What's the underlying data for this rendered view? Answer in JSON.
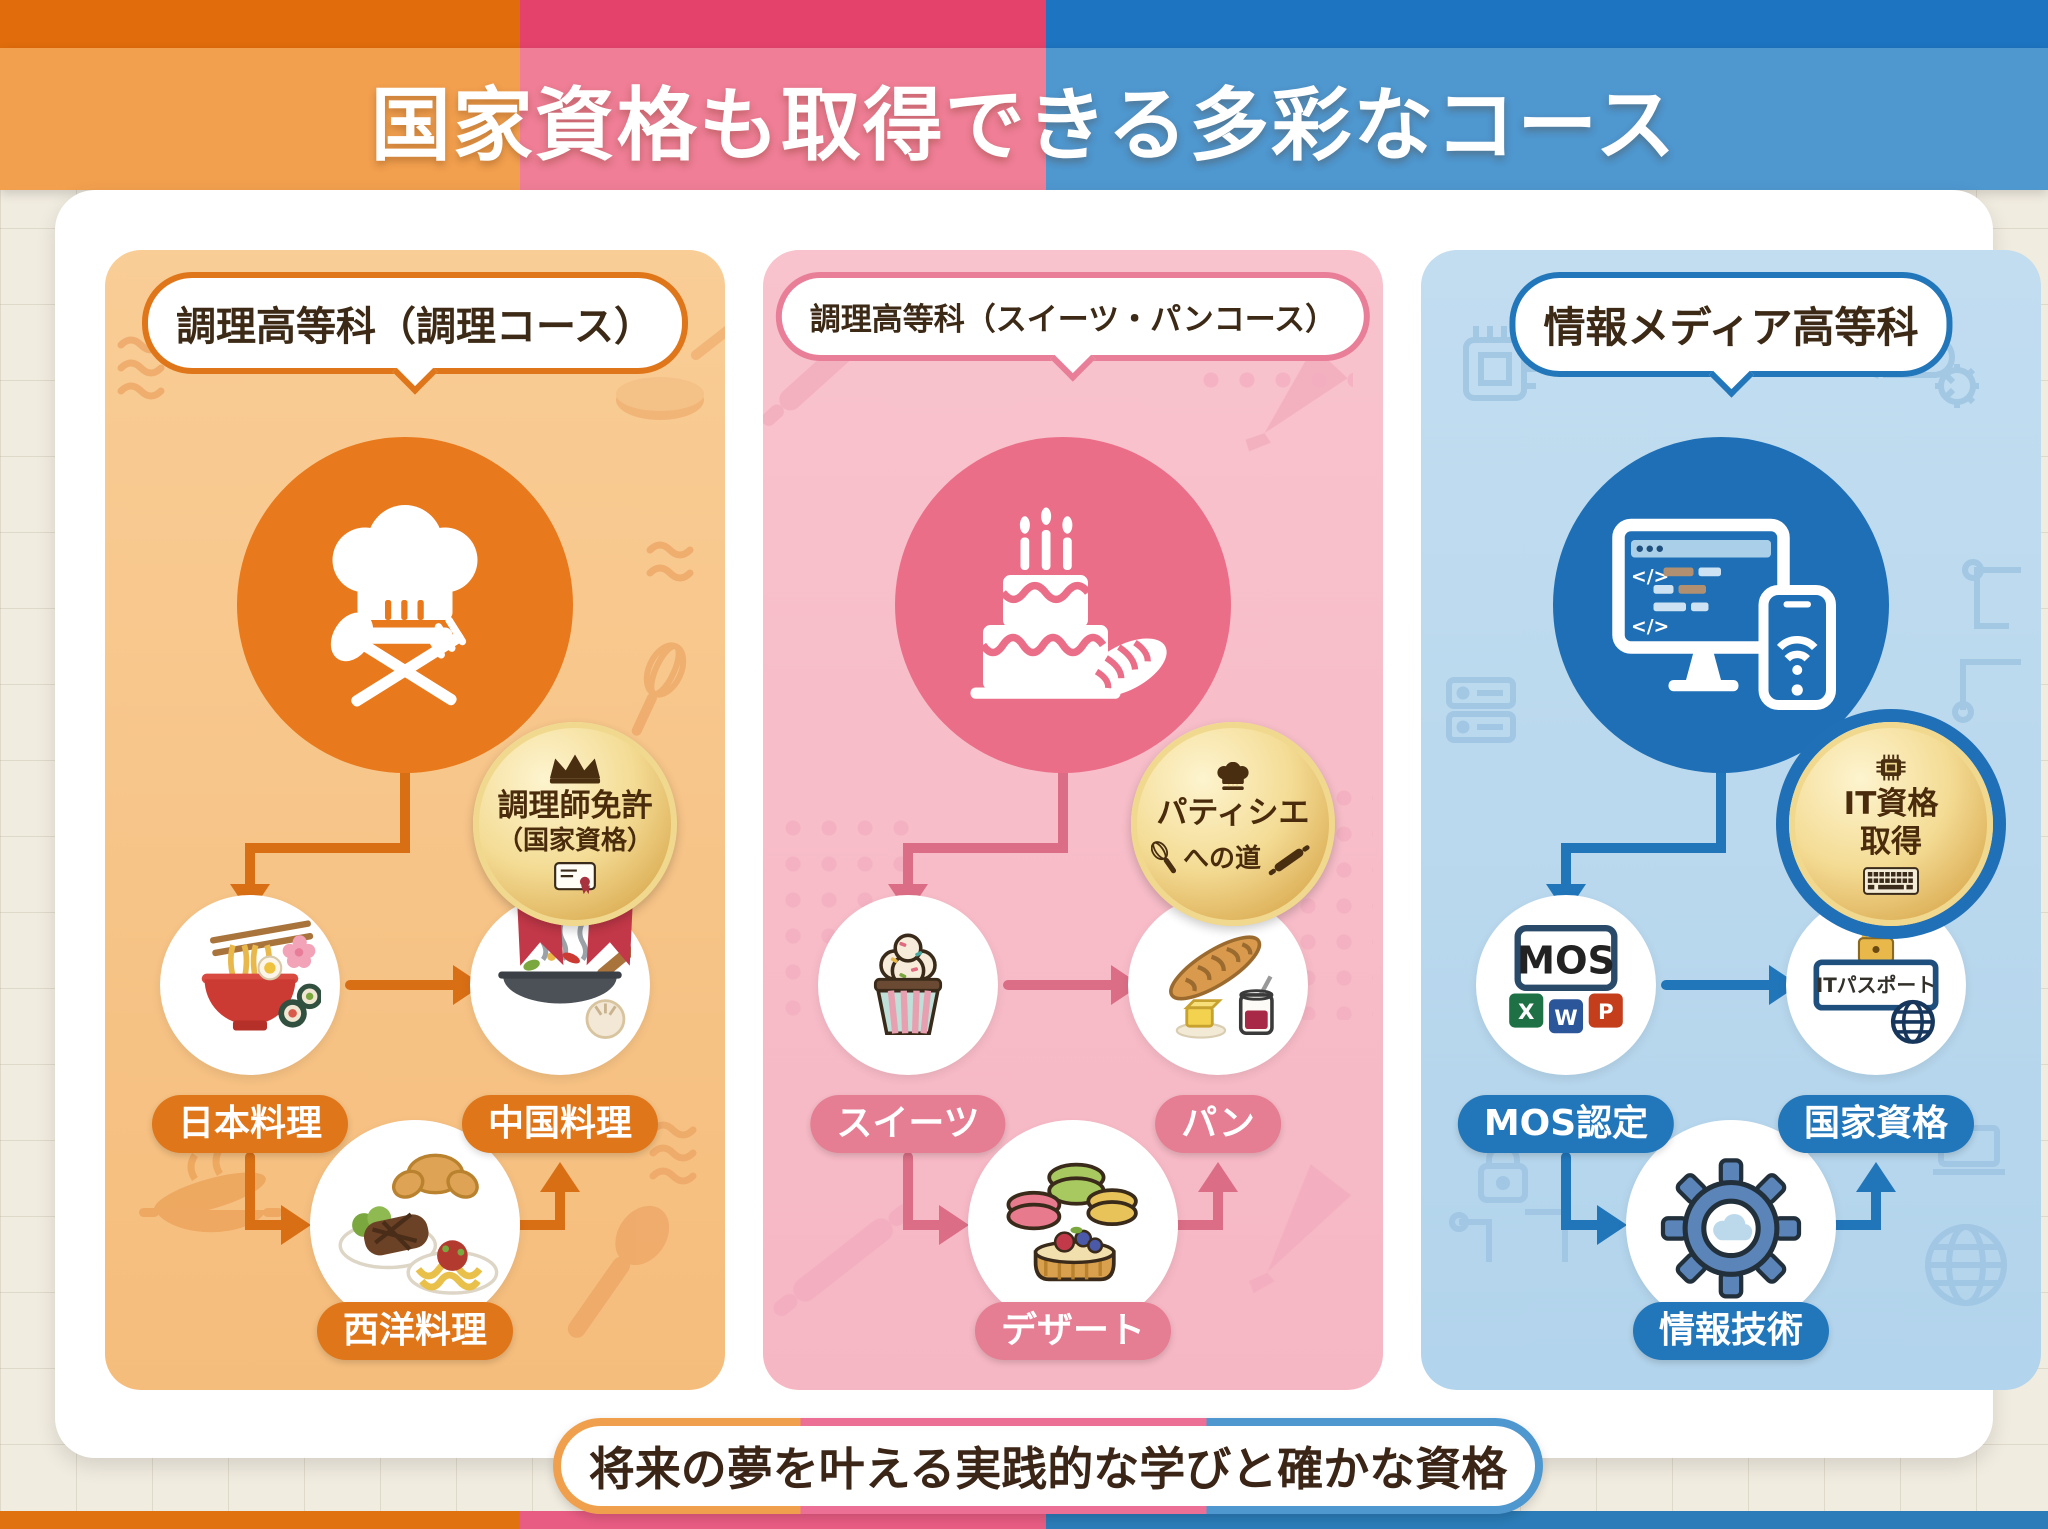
{
  "title": "国家資格も取得できる多彩なコース",
  "footer_banner": "将来の夢を叶える実践的な学びと確かな資格",
  "columns": [
    {
      "title": "調理高等科（調理コース）",
      "badge": {
        "line1": "調理師免許",
        "line2": "（国家資格）"
      },
      "nodes": {
        "left": "日本料理",
        "right": "中国料理",
        "bottom": "西洋料理"
      }
    },
    {
      "title": "調理高等科（スイーツ・パンコース）",
      "badge": {
        "line1": "パティシエ",
        "line2": "への道"
      },
      "nodes": {
        "left": "スイーツ",
        "right": "パン",
        "bottom": "デザート"
      }
    },
    {
      "title": "情報メディア高等科",
      "badge": {
        "line1": "IT資格",
        "line2": "取得"
      },
      "nodes": {
        "left": "MOS認定",
        "right": "国家資格",
        "bottom": "情報技術"
      }
    }
  ],
  "icon_labels": {
    "mos": "MOS",
    "excel_initial": "X",
    "word_initial": "W",
    "powerpoint_initial": "P",
    "it_passport": "ITパスポート",
    "code_tag": "</>"
  },
  "colors": {
    "orange": "#e0761a",
    "pink": "#e87e97",
    "blue": "#2277bb",
    "banner_orange": "#f2a04e",
    "banner_pink": "#ef7e96",
    "banner_blue": "#4e97cf",
    "gold": "#e9c878"
  }
}
